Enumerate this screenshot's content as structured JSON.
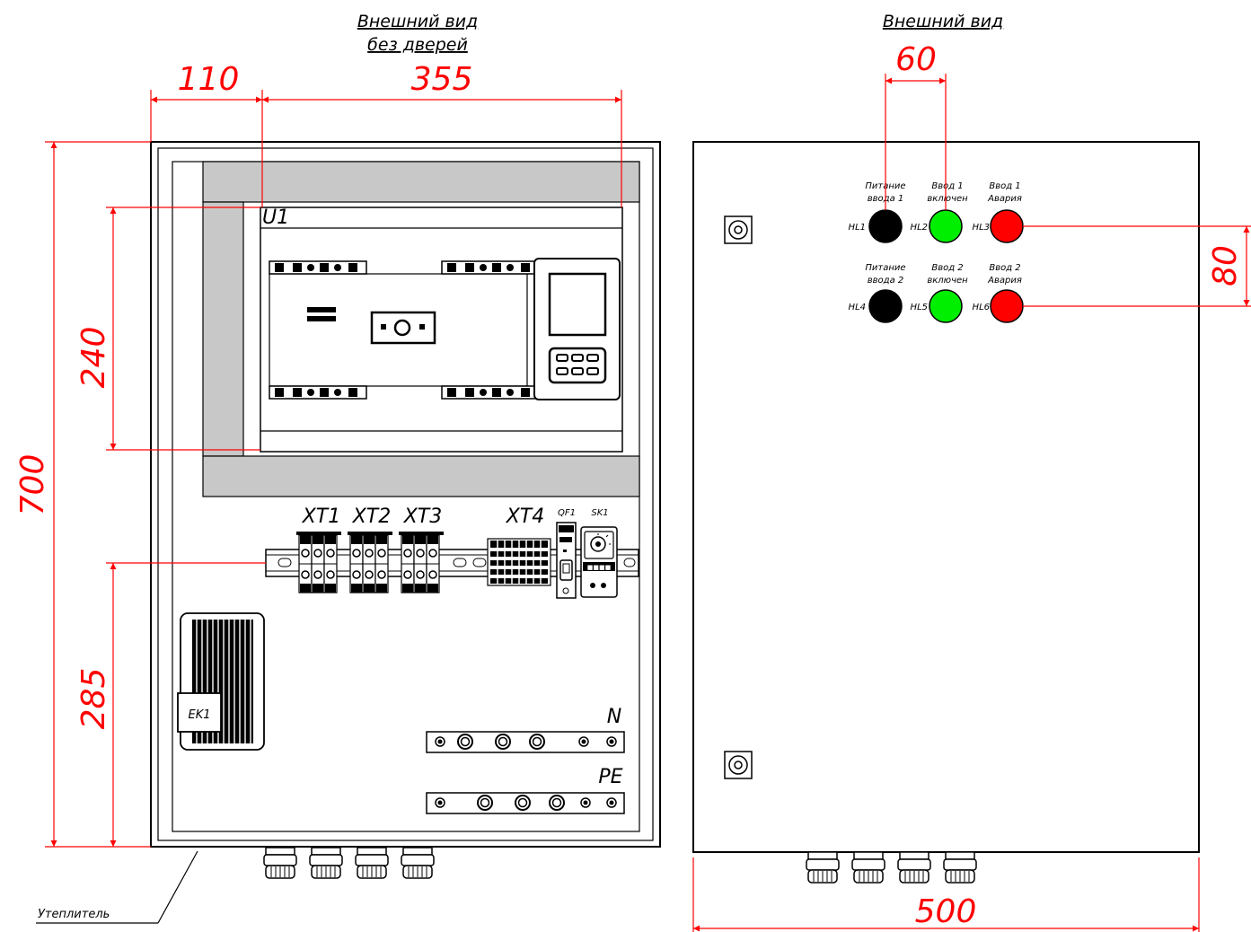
{
  "left_view": {
    "title_line1": "Внешний вид",
    "title_line2": "без дверей",
    "dims": {
      "width_left": "110",
      "width_main": "355",
      "height_total": "700",
      "height_u1": "240",
      "height_din": "285"
    },
    "devices": {
      "u1": "U1",
      "xt1": "XT1",
      "xt2": "XT2",
      "xt3": "XT3",
      "xt4": "XT4",
      "qf1": "QF1",
      "sk1": "SK1",
      "ek1": "EK1",
      "n_bus": "N",
      "pe_bus": "PE"
    },
    "insulation_label": "Утеплитель"
  },
  "right_view": {
    "title": "Внешний вид",
    "dims": {
      "spacing_h": "60",
      "spacing_v": "80",
      "width_total": "500"
    },
    "lamps": [
      {
        "id": "HL1",
        "caption1": "Питание",
        "caption2": "ввода 1",
        "color": "#000000"
      },
      {
        "id": "HL2",
        "caption1": "Ввод 1",
        "caption2": "включен",
        "color": "#00ee00"
      },
      {
        "id": "HL3",
        "caption1": "Ввод 1",
        "caption2": "Авария",
        "color": "#ff0000"
      },
      {
        "id": "HL4",
        "caption1": "Питание",
        "caption2": "ввода 2",
        "color": "#000000"
      },
      {
        "id": "HL5",
        "caption1": "Ввод 2",
        "caption2": "включен",
        "color": "#00ee00"
      },
      {
        "id": "HL6",
        "caption1": "Ввод 2",
        "caption2": "Авария",
        "color": "#ff0000"
      }
    ]
  },
  "colors": {
    "dimension": "#ff0000",
    "outline": "#000000",
    "mounting_rail": "#c8c8c8"
  }
}
